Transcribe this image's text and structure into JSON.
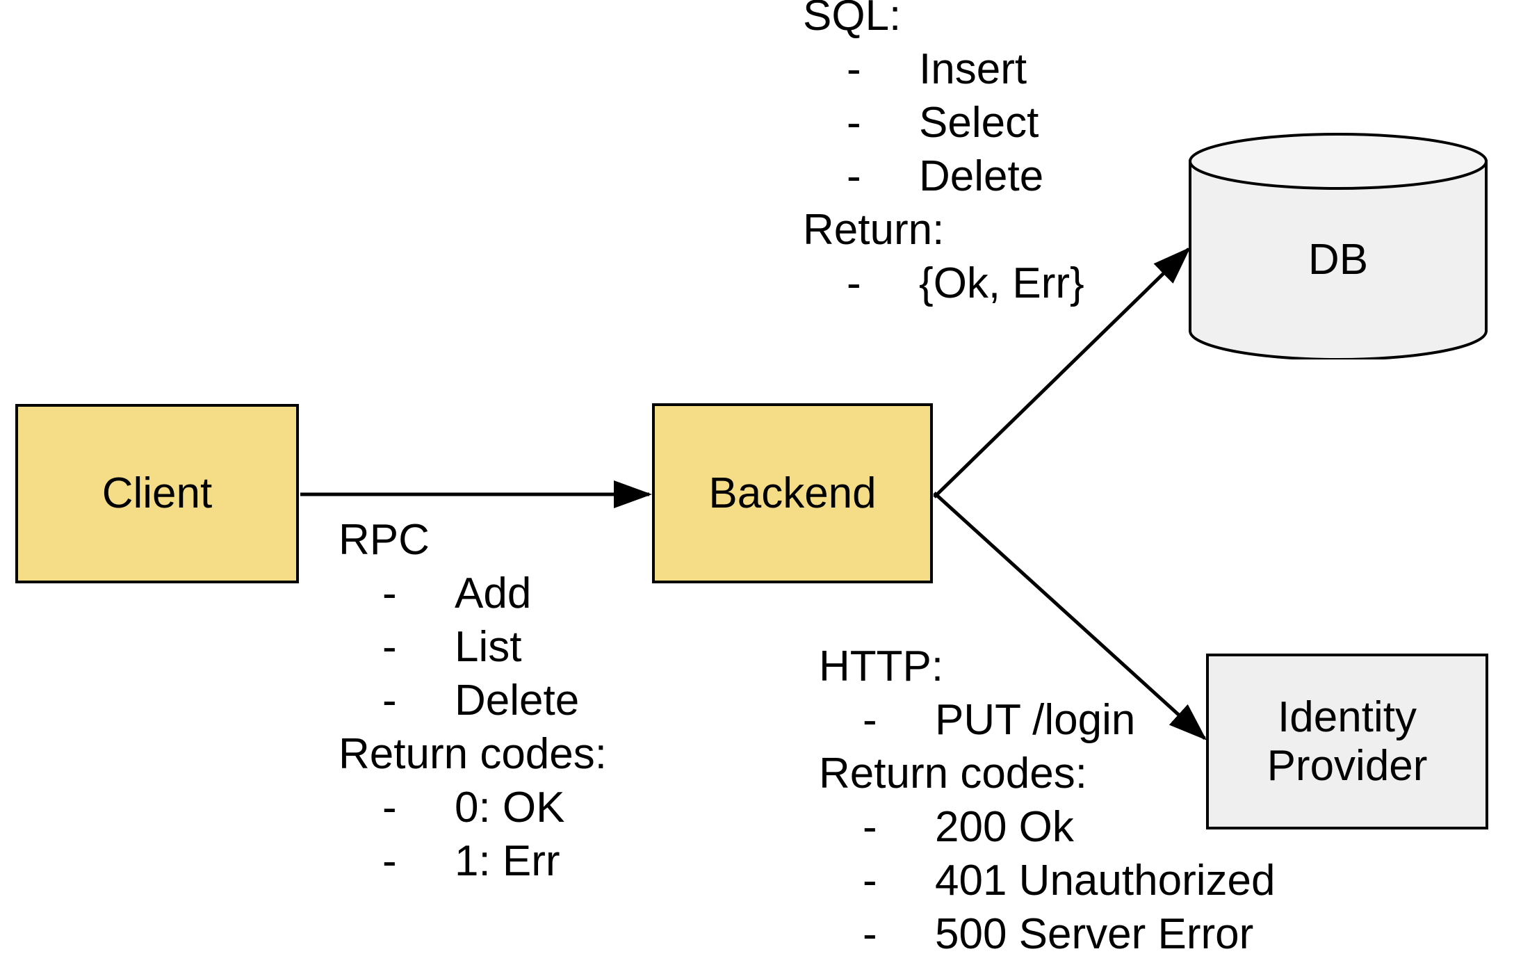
{
  "diagram": {
    "nodes": {
      "client": {
        "label": "Client",
        "fill": "#F5DD87",
        "shape": "rectangle"
      },
      "backend": {
        "label": "Backend",
        "fill": "#F5DD87",
        "shape": "rectangle"
      },
      "db": {
        "label": "DB",
        "fill": "#F0F0F0",
        "shape": "cylinder"
      },
      "idp": {
        "label_line1": "Identity",
        "label_line2": "Provider",
        "fill": "#EFEFEF",
        "shape": "rectangle"
      }
    },
    "edges": [
      {
        "from": "client",
        "to": "backend",
        "label_group": "rpc",
        "style": "solid-arrow"
      },
      {
        "from": "backend",
        "to": "db",
        "label_group": "sql",
        "style": "solid-arrow"
      },
      {
        "from": "backend",
        "to": "idp",
        "label_group": "http",
        "style": "solid-arrow"
      }
    ],
    "annotations": {
      "rpc": {
        "heading": "RPC",
        "items": [
          "Add",
          "List",
          "Delete"
        ],
        "subheading": "Return codes:",
        "subitems": [
          "0: OK",
          "1: Err"
        ],
        "bullet": "-"
      },
      "sql": {
        "heading": "SQL:",
        "items": [
          "Insert",
          "Select",
          "Delete"
        ],
        "subheading": "Return:",
        "subitems": [
          "{Ok, Err}"
        ],
        "bullet": "-"
      },
      "http": {
        "heading": "HTTP:",
        "items": [
          "PUT /login"
        ],
        "subheading": "Return codes:",
        "subitems": [
          "200 Ok",
          "401 Unauthorized",
          "500 Server Error"
        ],
        "bullet": "-"
      }
    },
    "colors": {
      "stroke": "#000000",
      "accent_yellow": "#F5DD87",
      "neutral_gray": "#EFEFEF",
      "background": "#FFFFFF"
    }
  }
}
